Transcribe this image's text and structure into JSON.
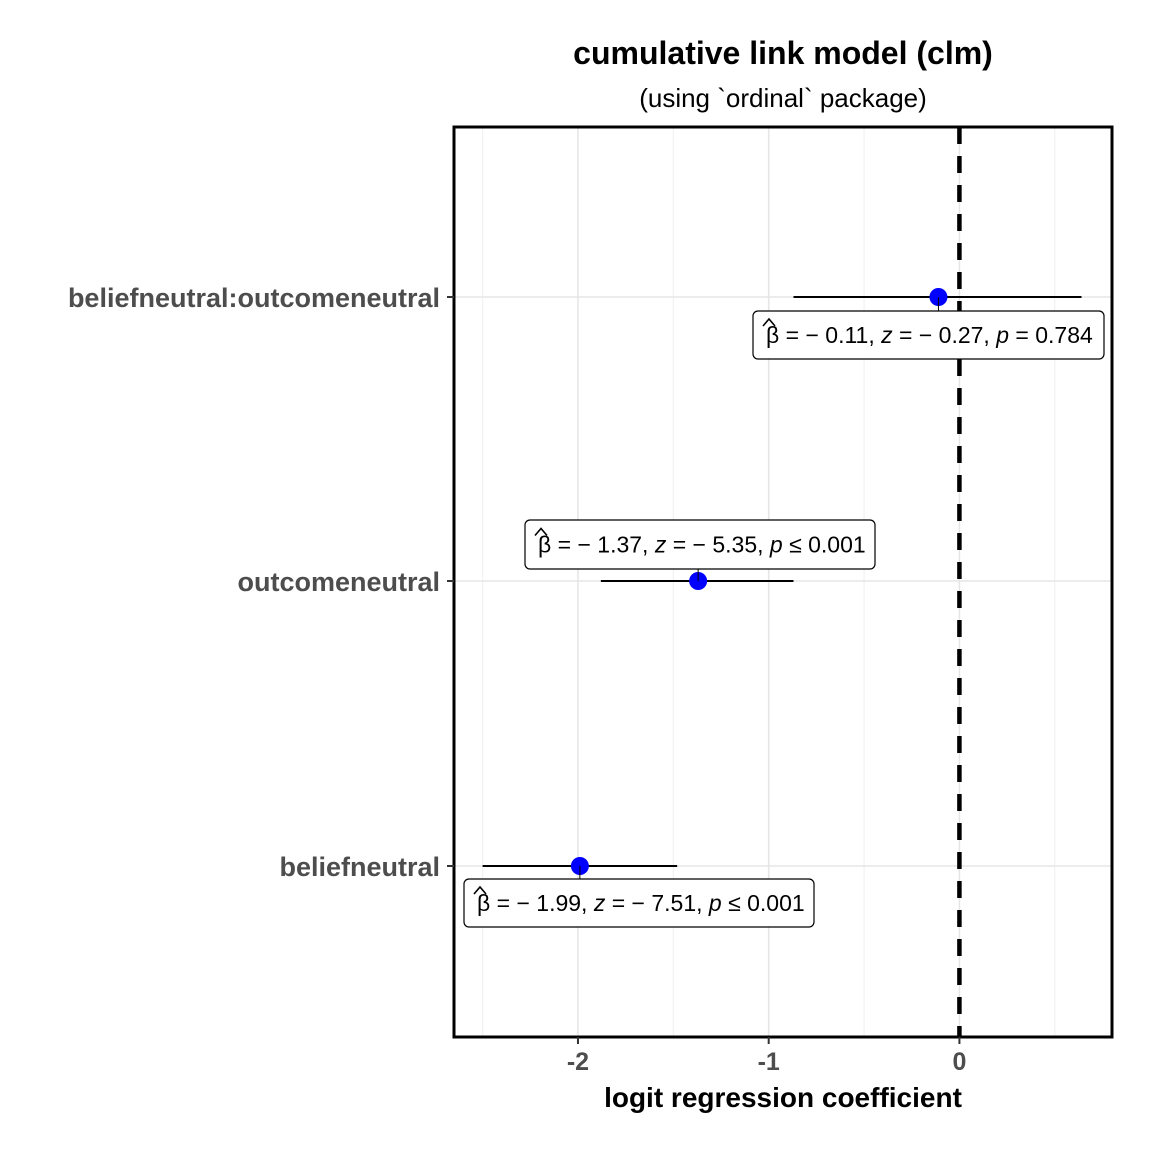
{
  "chart_data": {
    "type": "scatter",
    "title": "cumulative link model (clm)",
    "subtitle": "(using `ordinal` package)",
    "xlabel": "logit regression coefficient",
    "ylabel": "",
    "xlim": [
      -2.65,
      0.8
    ],
    "xticks": [
      -2,
      -1,
      0
    ],
    "xtick_labels": [
      "-2",
      "-1",
      "0"
    ],
    "reference_line": 0,
    "grid": true,
    "categories": [
      "beliefneutral:outcomeneutral",
      "outcomeneutral",
      "beliefneutral"
    ],
    "estimates": [
      -0.11,
      -1.37,
      -1.99
    ],
    "ci_low": [
      -0.87,
      -1.88,
      -2.5
    ],
    "ci_high": [
      0.64,
      -0.87,
      -1.48
    ],
    "labels": [
      {
        "beta": "− 0.11,",
        "z": "− 0.27,",
        "p_rel": "=",
        "p": "0.784"
      },
      {
        "beta": "− 1.37,",
        "z": "− 5.35,",
        "p_rel": "≤",
        "p": "0.001"
      },
      {
        "beta": "− 1.99,",
        "z": "− 7.51,",
        "p_rel": "≤",
        "p": "0.001"
      }
    ],
    "point_color": "#0000ff",
    "line_color": "#000000"
  }
}
